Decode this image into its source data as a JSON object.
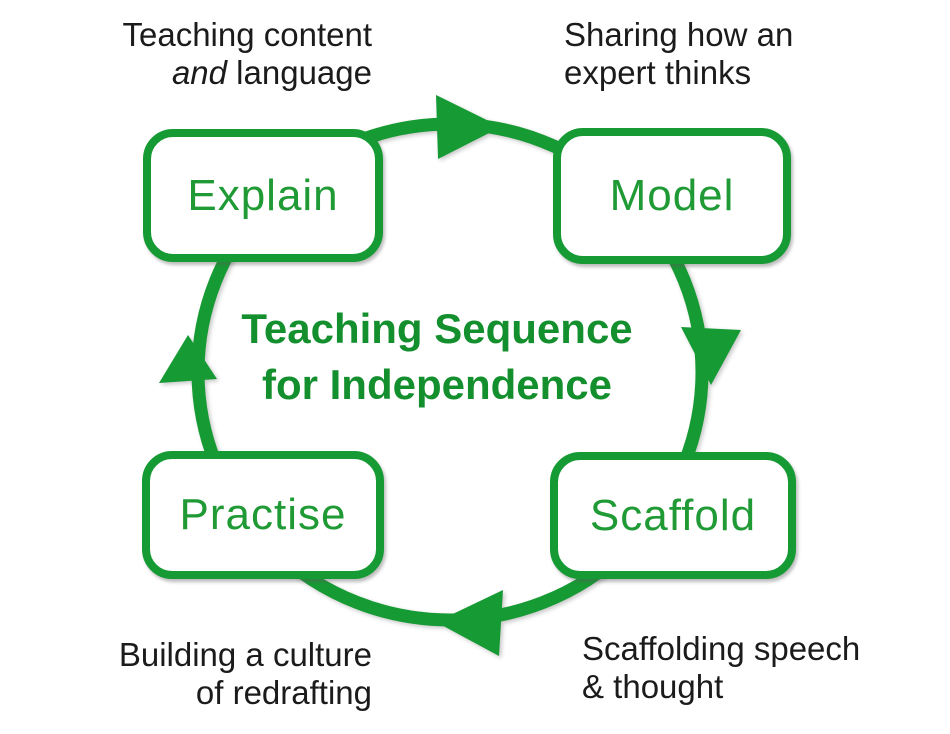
{
  "colors": {
    "green": "#169a33",
    "title_green": "#148f2e",
    "label_green": "#1f9a35",
    "annotation_text": "#1b1b1b",
    "node_bg": "#ffffff"
  },
  "title": {
    "line1": "Teaching Sequence",
    "line2": "for Independence"
  },
  "nodes": [
    {
      "label": "Explain"
    },
    {
      "label": "Model"
    },
    {
      "label": "Scaffold"
    },
    {
      "label": "Practise"
    }
  ],
  "cycle": {
    "direction": "clockwise",
    "arrowheads": [
      "right",
      "down",
      "left",
      "up"
    ]
  },
  "annotations": {
    "top_left": {
      "line1": "Teaching content",
      "line2_italic": "and",
      "line2_rest": " language"
    },
    "top_right": {
      "line1": "Sharing how an",
      "line2": "expert thinks"
    },
    "bottom_left": {
      "line1": "Building a culture",
      "line2": "of redrafting"
    },
    "bottom_right": {
      "line1": "Scaffolding speech",
      "line2": "& thought"
    }
  }
}
